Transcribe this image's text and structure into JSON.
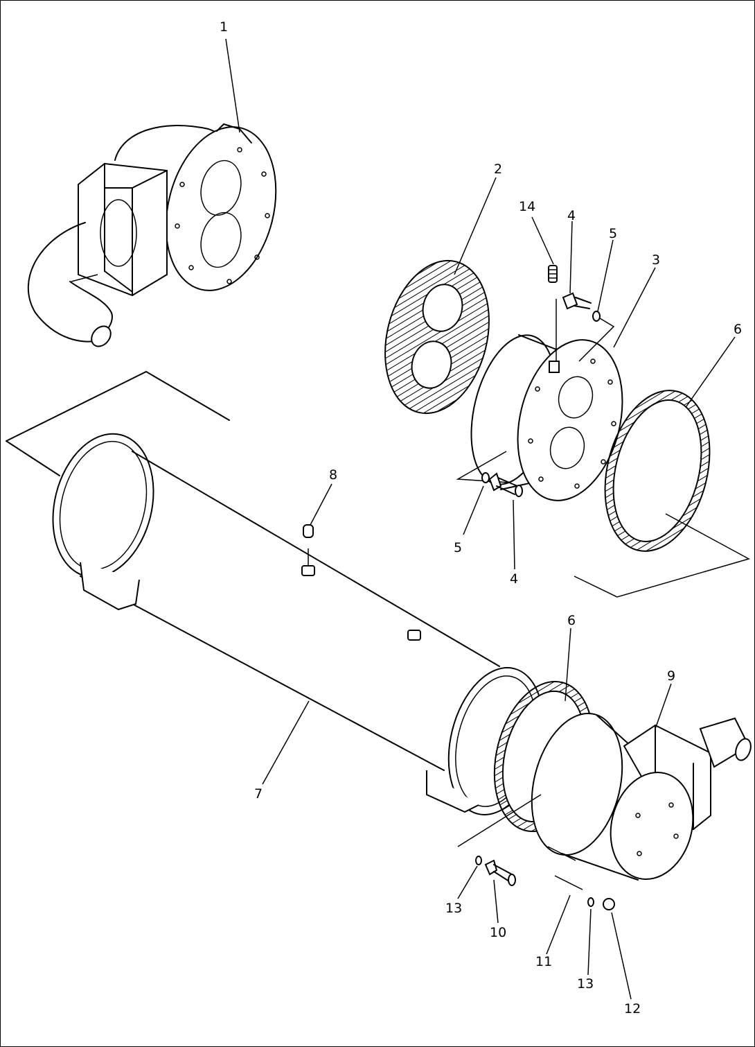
{
  "callouts": [
    {
      "id": "c1",
      "label": "1"
    },
    {
      "id": "c2",
      "label": "2"
    },
    {
      "id": "c3",
      "label": "3"
    },
    {
      "id": "c4a",
      "label": "4"
    },
    {
      "id": "c4b",
      "label": "4"
    },
    {
      "id": "c5a",
      "label": "5"
    },
    {
      "id": "c5b",
      "label": "5"
    },
    {
      "id": "c6a",
      "label": "6"
    },
    {
      "id": "c6b",
      "label": "6"
    },
    {
      "id": "c7",
      "label": "7"
    },
    {
      "id": "c8",
      "label": "8"
    },
    {
      "id": "c9",
      "label": "9"
    },
    {
      "id": "c10",
      "label": "10"
    },
    {
      "id": "c11",
      "label": "11"
    },
    {
      "id": "c12",
      "label": "12"
    },
    {
      "id": "c13a",
      "label": "13"
    },
    {
      "id": "c13b",
      "label": "13"
    },
    {
      "id": "c14",
      "label": "14"
    }
  ]
}
